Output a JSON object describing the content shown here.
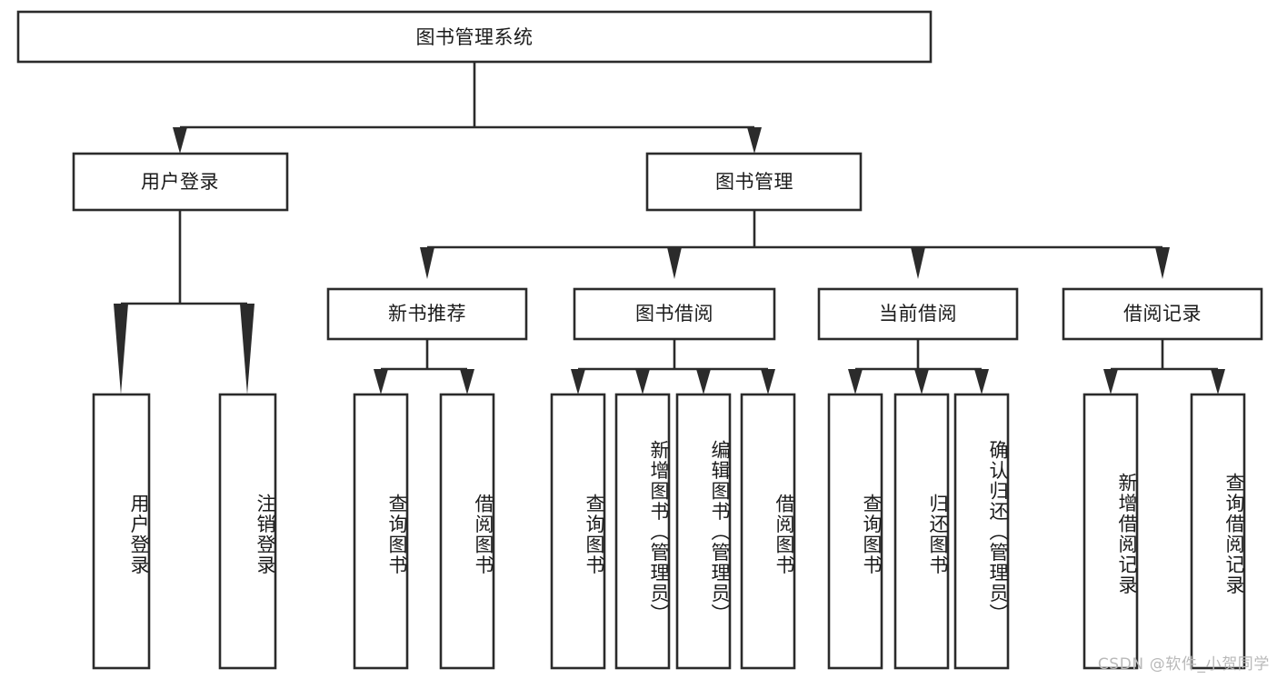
{
  "diagram": {
    "title": "图书管理系统",
    "type": "tree",
    "watermark": "CSDN @软件_小贺同学",
    "colors": {
      "stroke": "#2b2b2b",
      "fill": "#ffffff",
      "text": "#1b1b1b",
      "watermark": "#b9b9b9",
      "background": "#ffffff"
    },
    "levels": {
      "root": "图书管理系统",
      "level2": [
        "用户登录",
        "图书管理"
      ],
      "level3": [
        "新书推荐",
        "图书借阅",
        "当前借阅",
        "借阅记录"
      ]
    },
    "nodes": {
      "root": {
        "label": "图书管理系统"
      },
      "user_login": {
        "label": "用户登录"
      },
      "book_manage": {
        "label": "图书管理"
      },
      "new_book_rec": {
        "label": "新书推荐"
      },
      "book_borrow": {
        "label": "图书借阅"
      },
      "current_borrow": {
        "label": "当前借阅"
      },
      "borrow_record": {
        "label": "借阅记录"
      }
    },
    "leaves": {
      "user_login": [
        {
          "label": "用户登录"
        },
        {
          "label": "注销登录"
        }
      ],
      "new_book_rec": [
        {
          "label": "查询图书"
        },
        {
          "label": "借阅图书"
        }
      ],
      "book_borrow": [
        {
          "label": "查询图书"
        },
        {
          "label": "新增图书（管理员）"
        },
        {
          "label": "编辑图书（管理员）"
        },
        {
          "label": "借阅图书"
        }
      ],
      "current_borrow": [
        {
          "label": "查询图书"
        },
        {
          "label": "归还图书"
        },
        {
          "label": "确认归还（管理员）"
        }
      ],
      "borrow_record": [
        {
          "label": "新增借阅记录"
        },
        {
          "label": "查询借阅记录"
        }
      ]
    }
  }
}
